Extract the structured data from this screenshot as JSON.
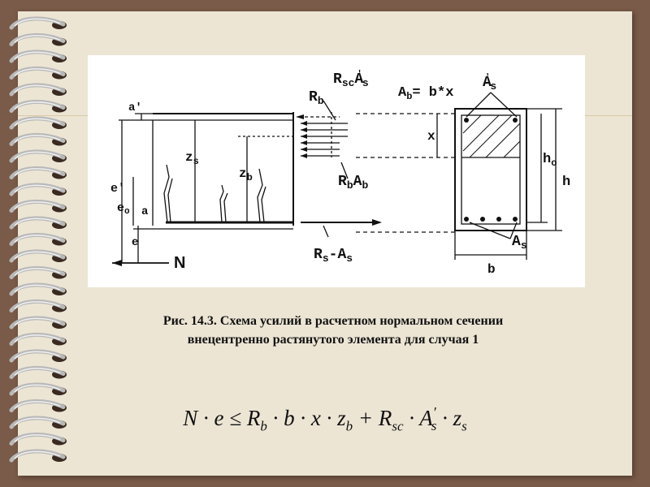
{
  "figure": {
    "labels": {
      "a_top": "a'",
      "a_bottom": "a",
      "e_prime": "e'",
      "e0": "e",
      "e0_sub": "o",
      "e": "e",
      "zs": "z",
      "zs_sub": "s",
      "zb": "z",
      "zb_sub": "b",
      "N": "N",
      "Rb": "R",
      "Rb_sub": "b",
      "RscAs": "R",
      "RscAs_sub": "sc",
      "RscAs_A": "A",
      "RscAs_A_sub": "s",
      "RscAs_prime": "'",
      "RbAb": "R",
      "RbAb_sub1": "b",
      "RbAb_A": "A",
      "RbAb_sub2": "b",
      "RsAs": "R",
      "RsAs_sub1": "s",
      "RsAs_dash": "-",
      "RsAs_A": "A",
      "RsAs_sub2": "s",
      "Ab_eq": "A",
      "Ab_eq_sub": "b",
      "Ab_eq_rest": "= b*x",
      "x": "x",
      "As_prime_top": "A",
      "As_prime_top_sub": "s",
      "As_prime_top_mark": "'",
      "h0": "h",
      "h0_sub": "o",
      "h": "h",
      "As_bottom": "A",
      "As_bottom_sub": "s",
      "b": "b"
    }
  },
  "caption": {
    "line1": "Рис. 14.3. Схема усилий в расчетном нормальном сечении",
    "line2": "внецентренно растянутого  элемента для случая 1"
  },
  "formula": {
    "text": "N · e ≤ R_b · b · x · z_b + R_sc · A′_s · z_s"
  },
  "colors": {
    "background": "#7a5a48",
    "page": "#ece5d4",
    "figure_bg": "#ffffff"
  }
}
